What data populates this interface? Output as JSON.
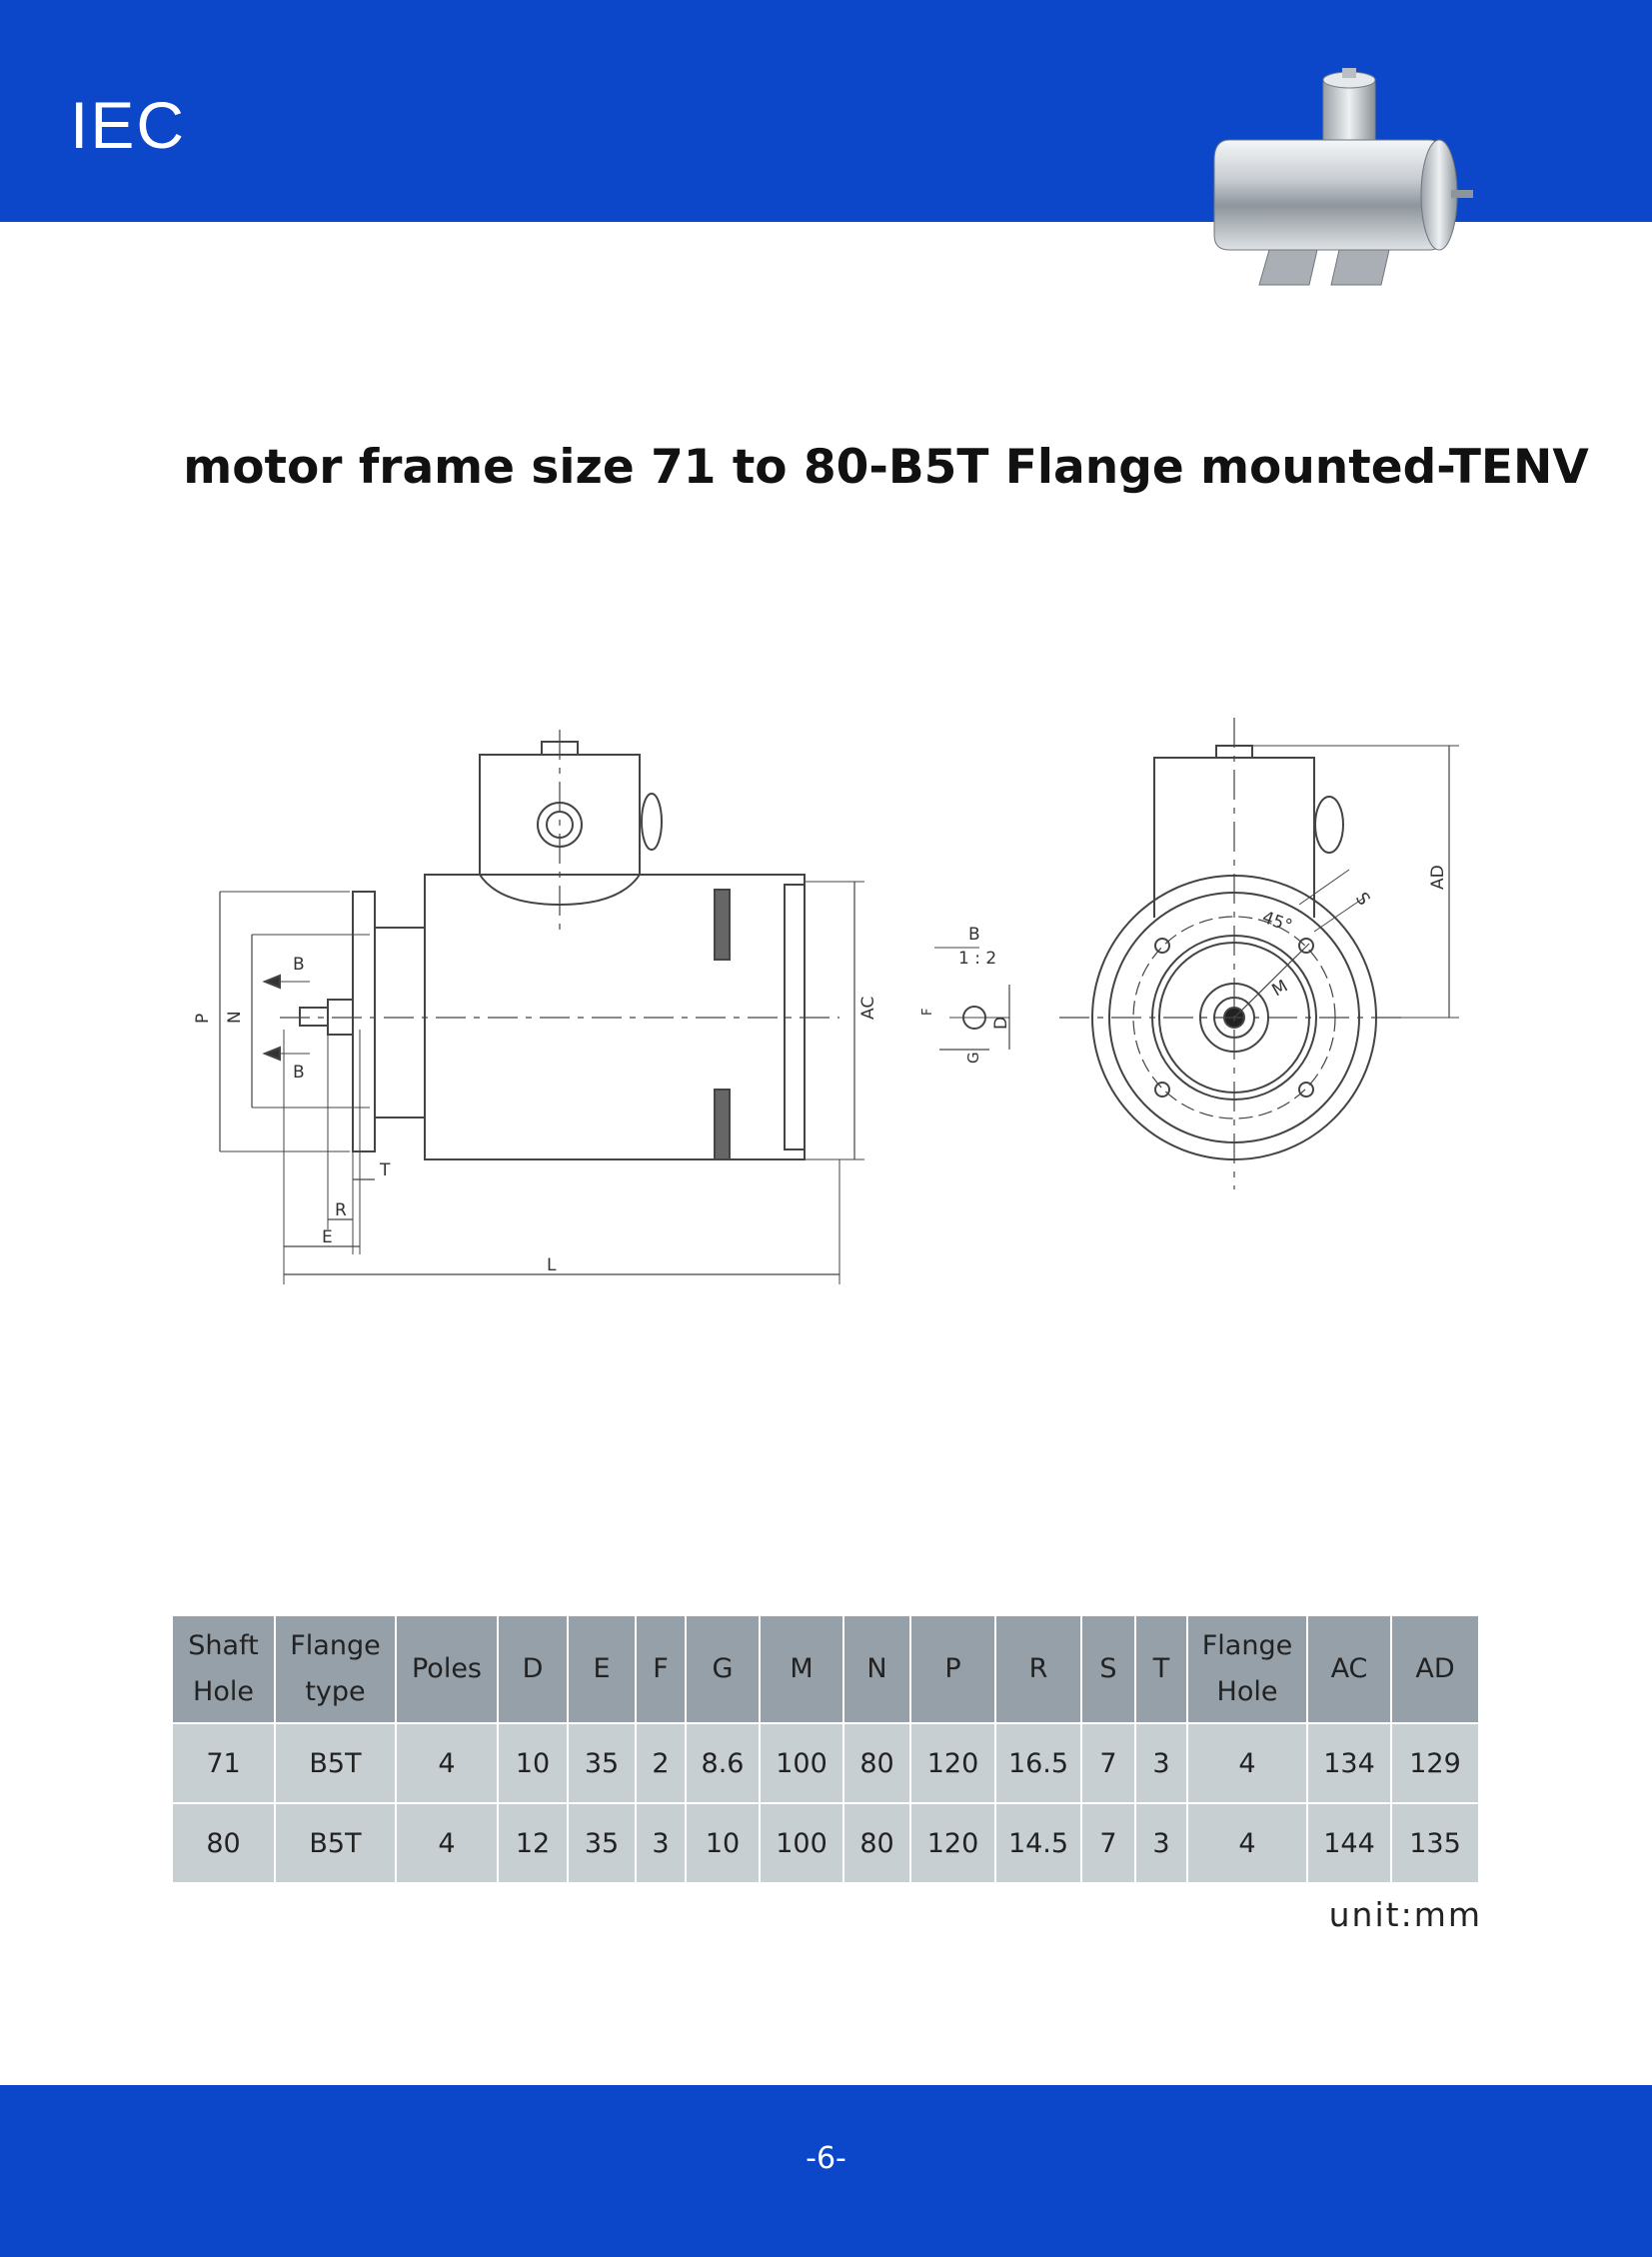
{
  "header": {
    "brand": "IEC"
  },
  "title": "motor frame size 71 to 80-B5T Flange mounted-TENV",
  "drawing": {
    "labels": {
      "B_top": "B",
      "B_bottom": "B",
      "N": "N",
      "P": "P",
      "T": "T",
      "R": "R",
      "E": "E",
      "L": "L",
      "AC": "AC",
      "AD": "AD",
      "M": "M",
      "S": "S",
      "angle": "45°",
      "detail_B": "B",
      "scale": "1 : 2",
      "F": "F",
      "G": "G",
      "D": "D"
    }
  },
  "table": {
    "headers": [
      [
        "Shaft",
        "Hole"
      ],
      [
        "Flange",
        "type"
      ],
      [
        "Poles"
      ],
      [
        "D"
      ],
      [
        "E"
      ],
      [
        "F"
      ],
      [
        "G"
      ],
      [
        "M"
      ],
      [
        "N"
      ],
      [
        "P"
      ],
      [
        "R"
      ],
      [
        "S"
      ],
      [
        "T"
      ],
      [
        "Flange",
        "Hole"
      ],
      [
        "AC"
      ],
      [
        "AD"
      ]
    ],
    "rows": [
      [
        "71",
        "B5T",
        "4",
        "10",
        "35",
        "2",
        "8.6",
        "100",
        "80",
        "120",
        "16.5",
        "7",
        "3",
        "4",
        "134",
        "129"
      ],
      [
        "80",
        "B5T",
        "4",
        "12",
        "35",
        "3",
        "10",
        "100",
        "80",
        "120",
        "14.5",
        "7",
        "3",
        "4",
        "144",
        "135"
      ]
    ]
  },
  "unit_note": "unit:mm",
  "footer": {
    "page_number": "-6-"
  },
  "colors": {
    "band_blue": "#0d47c9",
    "header_gray": "#95a0a8",
    "row_gray": "#c7cfd3"
  }
}
